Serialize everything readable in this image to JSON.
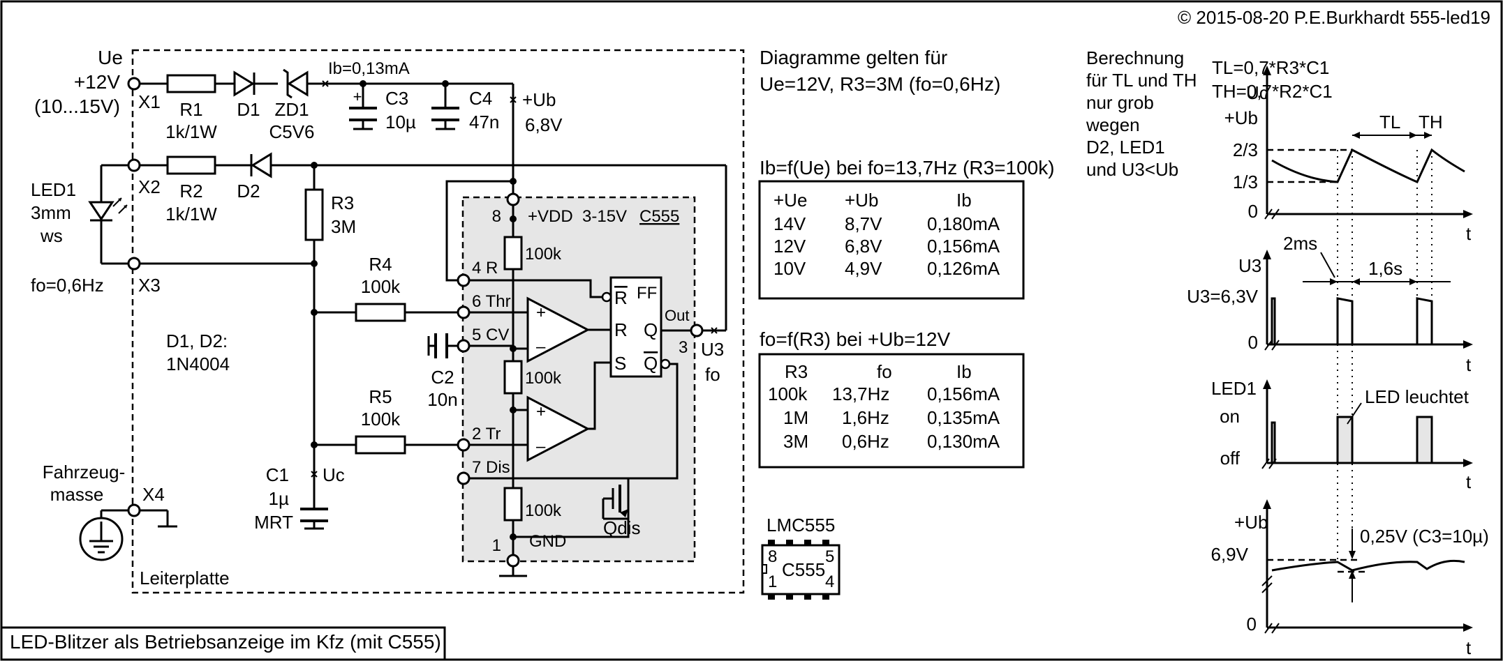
{
  "copyright": "© 2015-08-20 P.E.Burkhardt 555-led19",
  "footer_title": "LED-Blitzer als Betriebsanzeige im Kfz (mit C555)",
  "schematic": {
    "ue_label": "Ue",
    "ue_value": "+12V",
    "ue_range": "(10...15V)",
    "x1": "X1",
    "x2": "X2",
    "x3": "X3",
    "x4": "X4",
    "r1_name": "R1",
    "r1_value": "1k/1W",
    "d1_name": "D1",
    "zd1_name": "ZD1",
    "zd1_value": "C5V6",
    "ib_label": "Ib=0,13mA",
    "c3_name": "C3",
    "c3_value": "10µ",
    "c4_name": "C4",
    "c4_value": "47n",
    "ub_label": "+Ub",
    "ub_value": "6,8V",
    "led1_name": "LED1",
    "led1_size": "3mm",
    "led1_color": "ws",
    "r2_name": "R2",
    "r2_value": "1k/1W",
    "d2_name": "D2",
    "r3_name": "R3",
    "r3_value": "3M",
    "fo_label": "fo=0,6Hz",
    "r4_name": "R4",
    "r4_value": "100k",
    "r5_name": "R5",
    "r5_value": "100k",
    "diodes_note_1": "D1, D2:",
    "diodes_note_2": "1N4004",
    "c1_name": "C1",
    "c1_value": "1µ",
    "c1_type": "MRT",
    "uc_label": "Uc",
    "c2_name": "C2",
    "c2_value": "10n",
    "ground_label_1": "Fahrzeug-",
    "ground_label_2": "masse",
    "board_label": "Leiterplatte",
    "ic_pin8": "8",
    "ic_vdd": "+VDD",
    "ic_range": "3-15V",
    "ic_name": "C555",
    "pin4": "4 R",
    "pin6": "6 Thr",
    "pin5": "5 CV",
    "pin2": "2 Tr",
    "pin7": "7 Dis",
    "pin1": "1",
    "gnd": "GND",
    "pin3": "3",
    "div_r": "100k",
    "ff_label": "FF",
    "ff_rbar": "R",
    "ff_r": "R",
    "ff_q": "Q",
    "ff_s": "S",
    "ff_qbar": "Q",
    "out_label": "Out",
    "u3_label": "U3",
    "fo_out": "fo",
    "qdis": "Qdis"
  },
  "notes": {
    "diag_line1": "Diagramme gelten für",
    "diag_line2": "Ue=12V, R3=3M (fo=0,6Hz)"
  },
  "table1": {
    "title": "Ib=f(Ue) bei fo=13,7Hz (R3=100k)",
    "headers": [
      "+Ue",
      "+Ub",
      "Ib"
    ],
    "rows": [
      [
        "14V",
        "8,7V",
        "0,180mA"
      ],
      [
        "12V",
        "6,8V",
        "0,156mA"
      ],
      [
        "10V",
        "4,9V",
        "0,126mA"
      ]
    ]
  },
  "table2": {
    "title": "fo=f(R3) bei +Ub=12V",
    "headers": [
      "R3",
      "fo",
      "Ib"
    ],
    "rows": [
      [
        "100k",
        "13,7Hz",
        "0,156mA"
      ],
      [
        "1M",
        "1,6Hz",
        "0,135mA"
      ],
      [
        "3M",
        "0,6Hz",
        "0,130mA"
      ]
    ]
  },
  "package": {
    "title": "LMC555",
    "name": "C555",
    "pin8": "8",
    "pin1": "1",
    "pin5": "5",
    "pin4": "4"
  },
  "calc_note": [
    "Berechnung",
    "für TL und TH",
    "nur grob",
    "wegen",
    "D2, LED1",
    "und U3<Ub"
  ],
  "formulas": {
    "tl": "TL=0,7*R3*C1",
    "th": "TH=0,7*R2*C1"
  },
  "timing": {
    "uc": {
      "axis": "Uc",
      "top": "+Ub",
      "l23": "2/3",
      "l13": "1/3",
      "zero": "0",
      "t": "t",
      "tl": "TL",
      "th": "TH"
    },
    "u3": {
      "axis": "U3",
      "value": "U3=6,3V",
      "zero": "0",
      "t": "t",
      "pulse": "2ms",
      "period": "1,6s"
    },
    "led": {
      "axis": "LED1",
      "on": "on",
      "off": "off",
      "t": "t",
      "note": "LED leuchtet"
    },
    "ub": {
      "axis": "+Ub",
      "value": "6,9V",
      "zero": "0",
      "t": "t",
      "drop": "0,25V (C3=10µ)"
    }
  }
}
